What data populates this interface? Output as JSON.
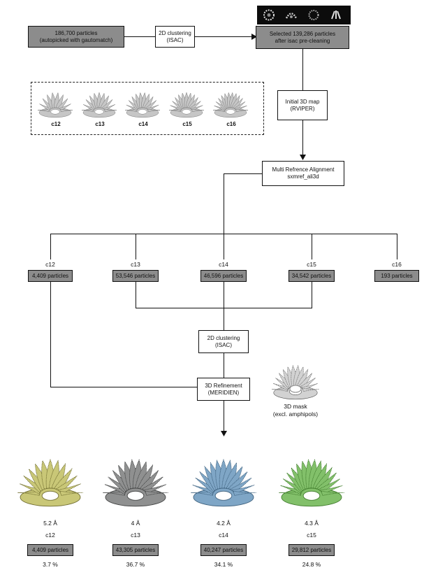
{
  "flow": {
    "particles_in": {
      "line1": "186,700 particles",
      "line2": "(autopicked with gautomatch)"
    },
    "clustering1": {
      "line1": "2D clustering",
      "line2": "(ISAC)"
    },
    "selected": {
      "line1": "Selected 139,286 particles",
      "line2": "after isac pre-cleaning"
    },
    "initial_map": {
      "line1": "Initial 3D map",
      "line2": "(RVIPER)"
    },
    "multi_ref": {
      "line1": "Multi Refrence Alignment",
      "line2": "sxmref_ali3d"
    },
    "clustering2": {
      "line1": "2D clustering",
      "line2": "(ISAC)"
    },
    "refinement": {
      "line1": "3D Refinement",
      "line2": "(MERIDIEN)"
    },
    "mask": {
      "line1": "3D mask",
      "line2": "(excl. amphipols)"
    }
  },
  "symmetry_models": [
    {
      "label": "c12"
    },
    {
      "label": "c13"
    },
    {
      "label": "c14"
    },
    {
      "label": "c15"
    },
    {
      "label": "c16"
    }
  ],
  "classes": [
    {
      "label": "c12",
      "particles": "4,409 particles"
    },
    {
      "label": "c13",
      "particles": "53,546 particles"
    },
    {
      "label": "c14",
      "particles": "46,596 particles"
    },
    {
      "label": "c15",
      "particles": "34,542 particles"
    },
    {
      "label": "c16",
      "particles": "193 particles"
    }
  ],
  "results": [
    {
      "resolution": "5.2 Å",
      "label": "c12",
      "particles": "4,409 particles",
      "percent": "3.7 %",
      "color": "#c9c777"
    },
    {
      "resolution": "4 Å",
      "label": "c13",
      "particles": "43,305 particles",
      "percent": "36.7 %",
      "color": "#8f9090"
    },
    {
      "resolution": "4.2 Å",
      "label": "c14",
      "particles": "40,247 particles",
      "percent": "34.1 %",
      "color": "#7fa6c6"
    },
    {
      "resolution": "4.3 Å",
      "label": "c15",
      "particles": "29,812 particles",
      "percent": "24.8 %",
      "color": "#82c06a"
    }
  ]
}
